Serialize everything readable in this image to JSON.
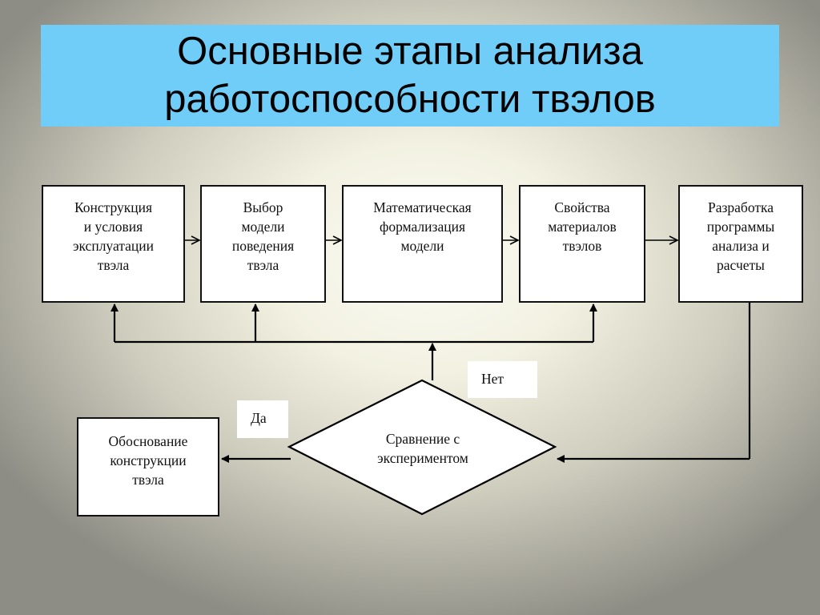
{
  "title": {
    "line1": "Основные этапы анализа",
    "line2": "работоспособности твэлов"
  },
  "steps": [
    {
      "lines": [
        "Конструкция",
        "и условия",
        "эксплуатации",
        "твэла"
      ]
    },
    {
      "lines": [
        "Выбор",
        "модели",
        "поведения",
        "твэла"
      ]
    },
    {
      "lines": [
        "Математическая",
        "формализация",
        "модели"
      ]
    },
    {
      "lines": [
        "Свойства",
        "материалов",
        "твэлов"
      ]
    },
    {
      "lines": [
        "Разработка",
        "программы",
        "анализа и",
        "расчеты"
      ]
    }
  ],
  "decision": {
    "lines": [
      "Сравнение с",
      "экспериментом"
    ]
  },
  "result": {
    "lines": [
      "Обоснование",
      "конструкции",
      "твэла"
    ]
  },
  "labels": {
    "yes": "Да",
    "no": "Нет"
  }
}
